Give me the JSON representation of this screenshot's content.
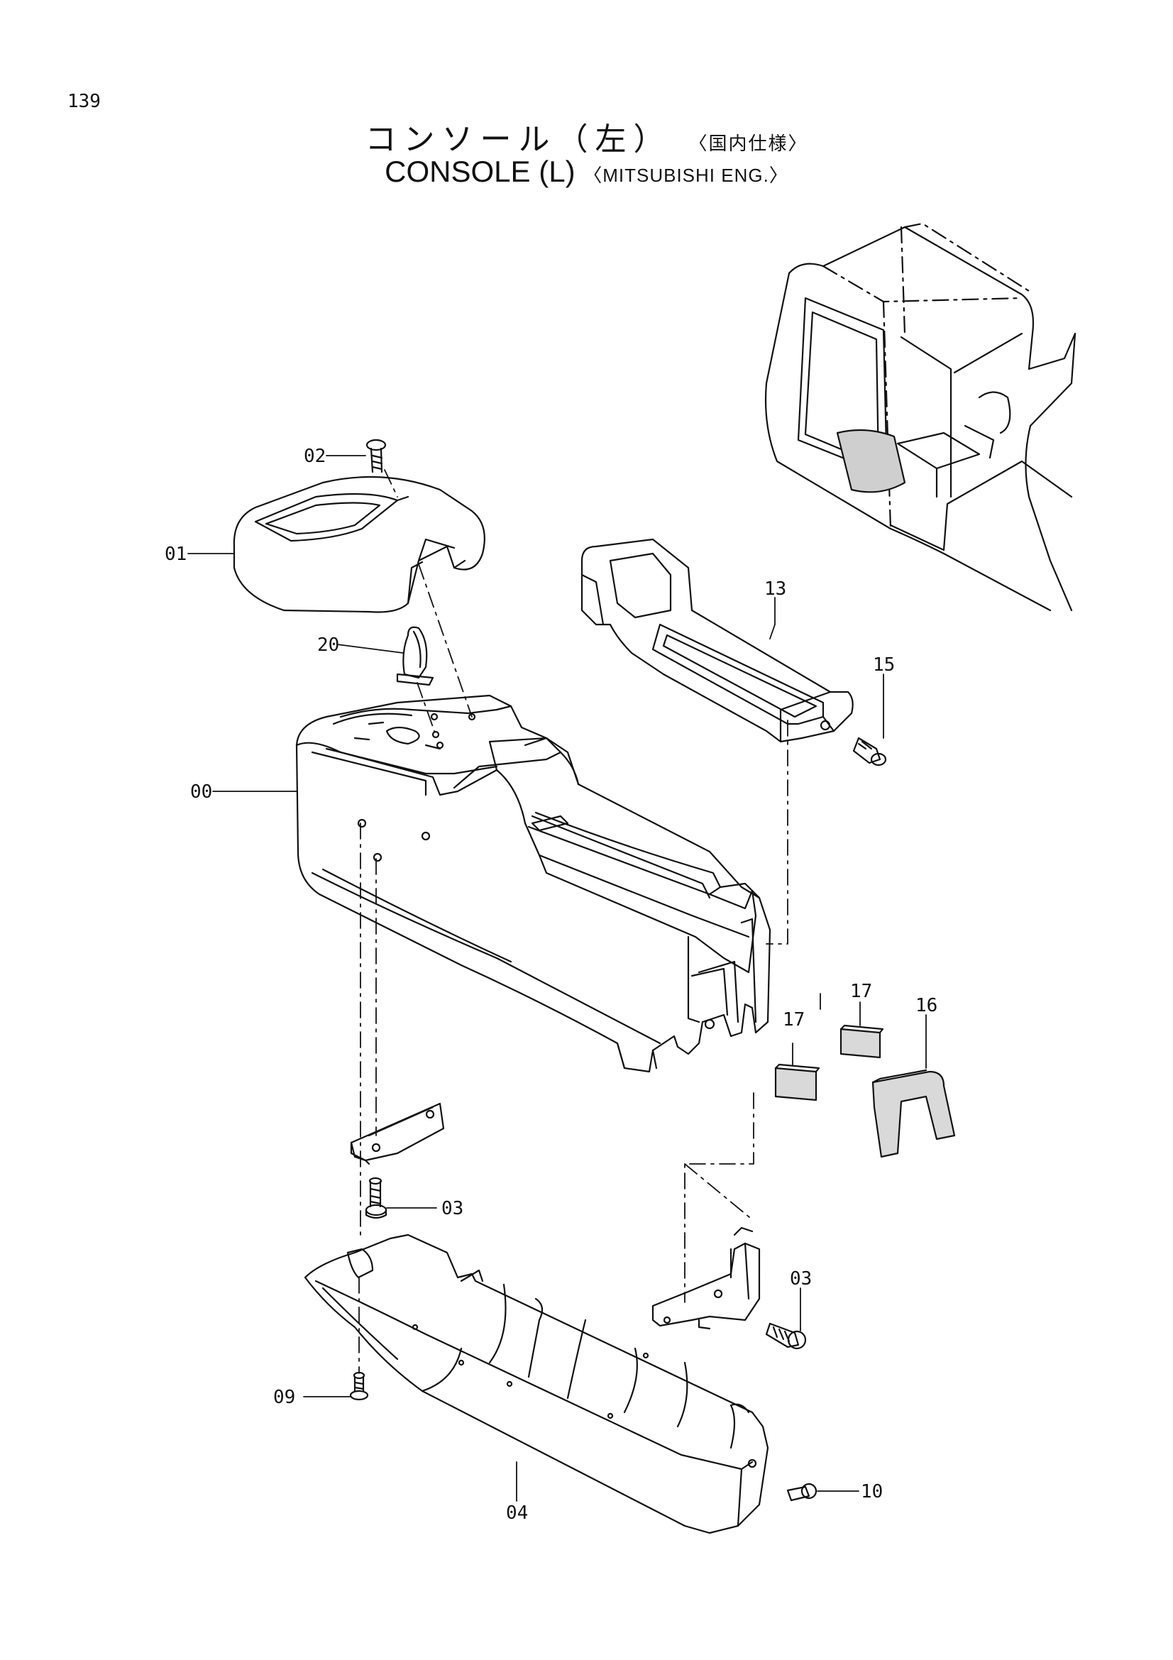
{
  "page_number": "139",
  "title": {
    "japanese": "コンソール（左）",
    "japanese_note": "〈国内仕様〉",
    "english": "CONSOLE (L)",
    "english_note": "〈MITSUBISHI ENG.〉"
  },
  "callouts": {
    "c02": "02",
    "c01": "01",
    "c20": "20",
    "c00": "00",
    "c13": "13",
    "c15": "15",
    "c17a": "17",
    "c17b": "17",
    "c16": "16",
    "c03a": "03",
    "c03b": "03",
    "c09": "09",
    "c04": "04",
    "c10": "10"
  }
}
